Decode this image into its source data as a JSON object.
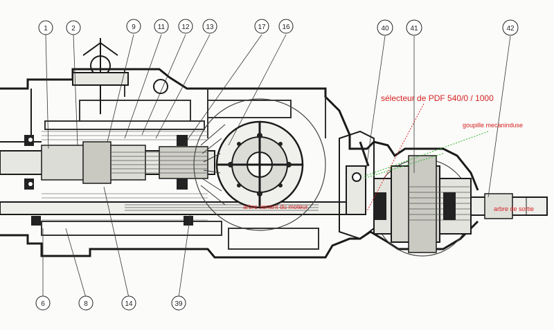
{
  "callouts": {
    "top": [
      "1",
      "2",
      "9",
      "11",
      "12",
      "13",
      "17",
      "16",
      "40",
      "41",
      "42"
    ],
    "bottom": [
      "6",
      "8",
      "14",
      "39"
    ]
  },
  "annotations": {
    "selector": "sélecteur de PDF 540/0 / 1000",
    "pin": "goupille mecaninduse",
    "input_shaft": "arbre venant du moteur",
    "output_shaft": "arbre de sortie"
  },
  "colors": {
    "annotation": "#d42222",
    "pin_leader": "#2bb52b",
    "ink": "#1a1a1a"
  }
}
